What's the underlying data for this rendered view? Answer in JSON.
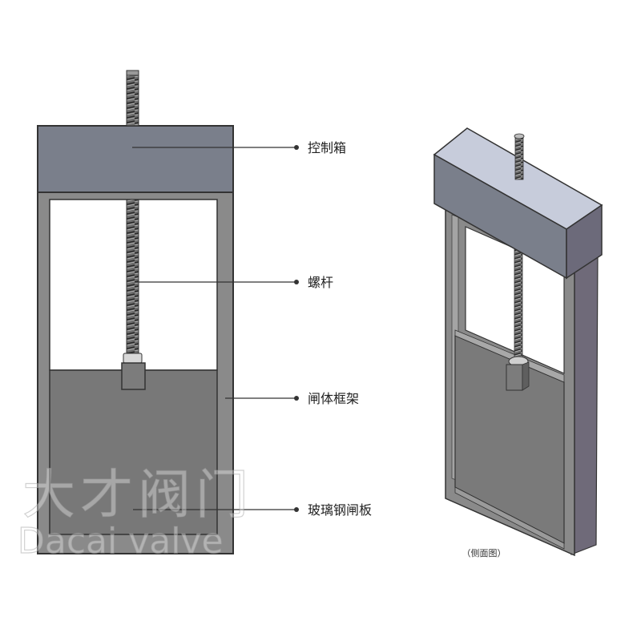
{
  "labels": {
    "control_box": "控制箱",
    "screw_rod": "螺杆",
    "gate_frame": "闸体框架",
    "frp_gate_plate": "玻璃钢闸板"
  },
  "side_view_caption": "（侧面图）",
  "watermark": {
    "chinese": "大才阀门",
    "english": "Dacai valve"
  },
  "colors": {
    "box_fill": "#7a7f8b",
    "frame_fill": "#8a8a8a",
    "plate_fill": "#777777",
    "outline": "#333333",
    "leader_line": "#333333"
  }
}
